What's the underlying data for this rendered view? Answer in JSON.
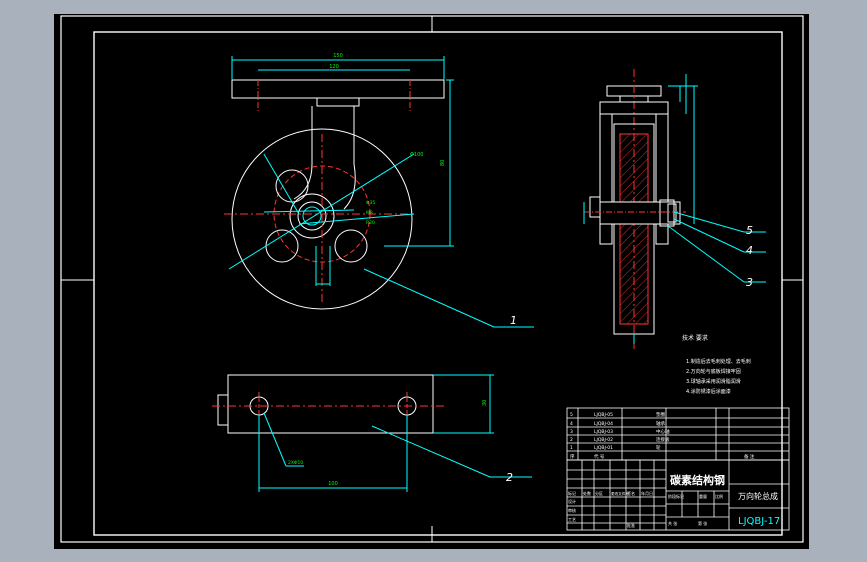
{
  "drawing": {
    "part_labels": [
      "1",
      "2",
      "3",
      "4",
      "5"
    ],
    "tech_requirements": {
      "title": "技术 要求",
      "lines": [
        "1.制造后去毛刺处理、去毛刺",
        "2.万向轮与底板焊接牢固",
        "3.球轴承采用润滑脂润滑",
        "4.涂防锈漆后涂面漆"
      ]
    },
    "parts_list": [
      {
        "no": "5",
        "code": "LJQBJ-05",
        "name": "垫圈"
      },
      {
        "no": "4",
        "code": "LJQBJ-04",
        "name": "轴承"
      },
      {
        "no": "3",
        "code": "LJQBJ-03",
        "name": "中心轴"
      },
      {
        "no": "2",
        "code": "LJQBJ-02",
        "name": "连接板"
      },
      {
        "no": "1",
        "code": "LJQBJ-01",
        "name": "轮"
      }
    ],
    "parts_header": {
      "no": "序",
      "code": "代 号"
    },
    "title_block": {
      "material": "碳素结构钢",
      "assembly_name": "万向轮总成",
      "drawing_no": "LJQBJ-17",
      "remark_header": "备 注",
      "row_labels": [
        "标记",
        "处数",
        "分区",
        "更改文件号",
        "签名",
        "年月日"
      ],
      "role_labels": [
        "设计",
        "审核",
        "工艺",
        "批准"
      ],
      "stage_labels": [
        "阶段标记",
        "重量",
        "比例"
      ],
      "sheet_labels": [
        "共 张",
        "第 张"
      ]
    },
    "dims": {
      "top_width": "150",
      "top_inner": "120",
      "height": "80",
      "dia_big": "Φ100",
      "dia_hole": "Φ35",
      "bolt": "M8",
      "r": "R20",
      "bottom_len": "100",
      "bottom_h": "30",
      "hole_dia": "2XΦ10"
    }
  }
}
